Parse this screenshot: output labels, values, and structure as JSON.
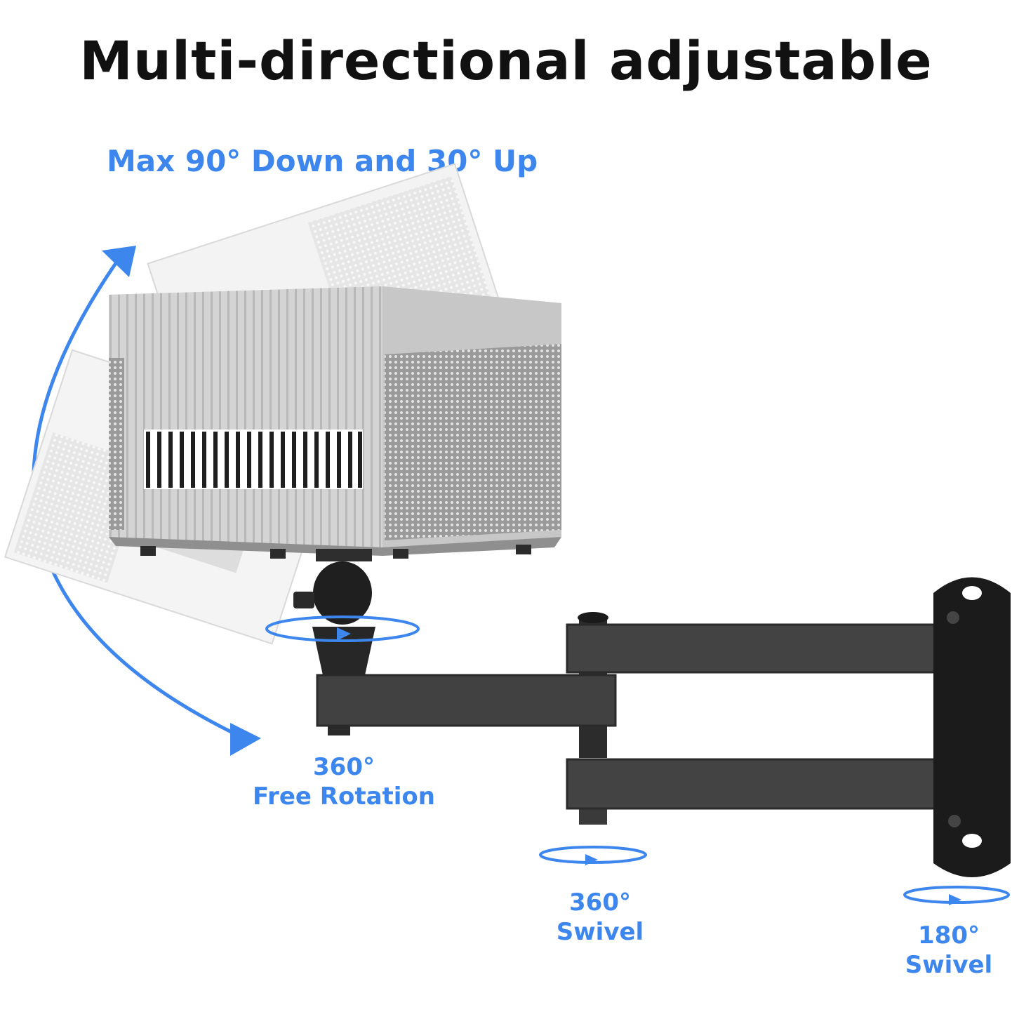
{
  "title": "Multi-directional adjustable",
  "subtitle": "Max 90° Down and 30° Up",
  "labels": {
    "free_rotation": {
      "degree": "360°",
      "text": "Free Rotation"
    },
    "arm_swivel": {
      "degree": "360°",
      "text": "Swivel"
    },
    "wall_swivel": {
      "degree": "180°",
      "text": "Swivel"
    }
  },
  "colors": {
    "accent": "#3d86ee",
    "title": "#111111",
    "mount": "#3a3a3a",
    "projector": "#bdbdbd"
  }
}
